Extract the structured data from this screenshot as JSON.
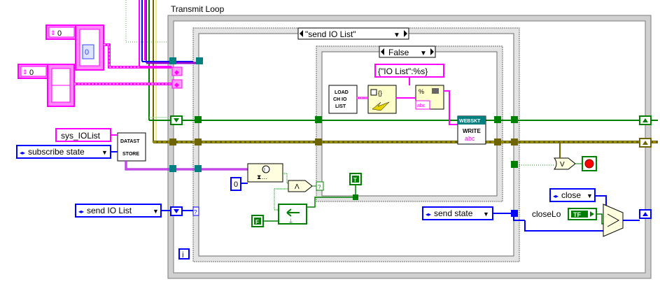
{
  "loop": {
    "title": "Transmit Loop",
    "iteration_terminal": "i"
  },
  "case_outer": {
    "selector": "\"send IO List\"",
    "arrow": "▼"
  },
  "case_inner": {
    "selector": "False",
    "arrow": "▼"
  },
  "controls": {
    "numeric_top": "0",
    "numeric_top_array": "0",
    "numeric_left": "0",
    "numeric_wait": "0"
  },
  "constants": {
    "sys_iolist": "sys_IOList",
    "subscribe_state": "subscribe state",
    "send_io_list": "send IO List",
    "send_state": "send state",
    "close": "close",
    "close_label": "closeLo",
    "tf": "TF",
    "format_string": "{\"IO List\":%s}",
    "true_const": "T",
    "false_const": "F",
    "question": "?"
  },
  "subvis": {
    "datastore_line1": "DATAST",
    "datastore_line2": "STORE",
    "load_line1": "LOAD",
    "load_line2": "CH IO",
    "load_line3": "LIST",
    "websocket_line1": "WEBSKT",
    "websocket_line2": "WRITE",
    "websocket_line3": "abc",
    "format_abc": "abc",
    "json_braces": "{}",
    "format_percent": "%"
  },
  "colors": {
    "pink_string": "#ff00ff",
    "blue_enum": "#0000ff",
    "green_bool": "#008000",
    "dark_yellow_error": "#6f6500",
    "struct_border": "#808080",
    "loop_fill": "#d3d3d3"
  },
  "icons": [
    "arrow-down-icon",
    "arrow-up-icon",
    "stop-icon",
    "wait-icon",
    "and-icon",
    "or-icon",
    "select-icon",
    "shift-register-icon"
  ]
}
